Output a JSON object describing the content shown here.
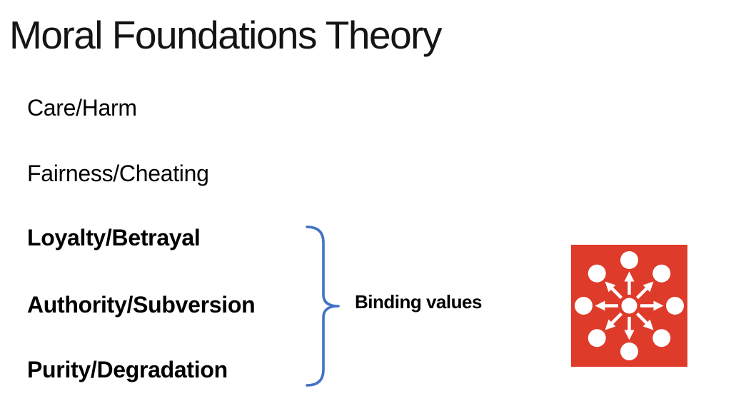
{
  "slide": {
    "title": "Moral Foundations Theory",
    "foundations": [
      {
        "label": "Care/Harm",
        "bold": false
      },
      {
        "label": "Fairness/Cheating",
        "bold": false
      },
      {
        "label": "Loyalty/Betrayal",
        "bold": true
      },
      {
        "label": "Authority/Subversion",
        "bold": true
      },
      {
        "label": "Purity/Degradation",
        "bold": true
      }
    ],
    "group_label": "Binding values",
    "icon": {
      "name": "hub-and-spokes-icon",
      "spoke_count": 8
    },
    "colors": {
      "background": "#FFFFFF",
      "text": "#000000",
      "brace": "#4472C4",
      "icon_background": "#DE3B2A",
      "icon_foreground": "#FFFFFF"
    }
  }
}
